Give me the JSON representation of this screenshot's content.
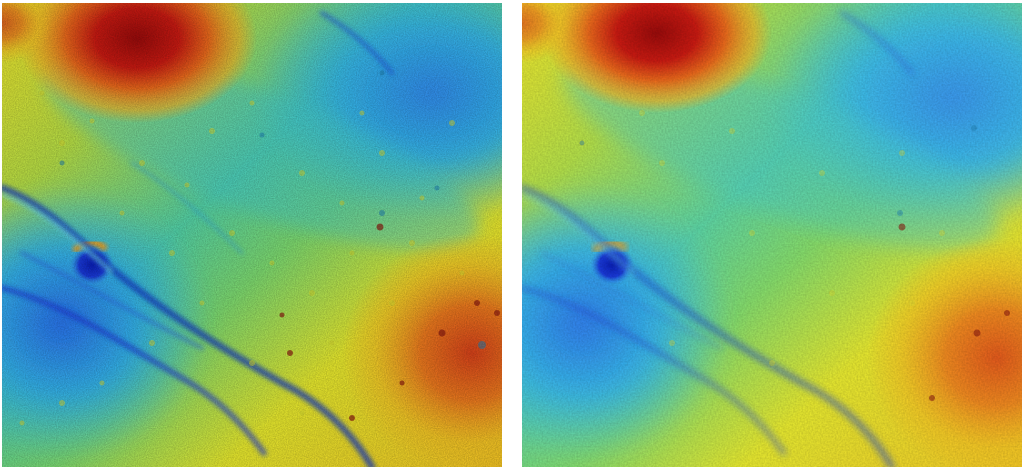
{
  "panels": [
    {
      "id": "left",
      "variant": "detailed",
      "relief": "high",
      "speckle_density": "high"
    },
    {
      "id": "right",
      "variant": "smoothed",
      "relief": "low",
      "speckle_density": "low"
    }
  ],
  "colormap": [
    "#1a3bdb",
    "#2f8cf0",
    "#35c7e6",
    "#55d4a8",
    "#a6e048",
    "#f2ea2a",
    "#f4a21c",
    "#e5551a",
    "#a10d0d"
  ],
  "colors": {
    "background": "#ffffff",
    "deep_blue": "#1a3bdb",
    "cyan": "#35c7e6",
    "green": "#8ee04a",
    "yellow": "#f2ea2a",
    "orange": "#f08a1e",
    "dark_red": "#a10d0d"
  }
}
